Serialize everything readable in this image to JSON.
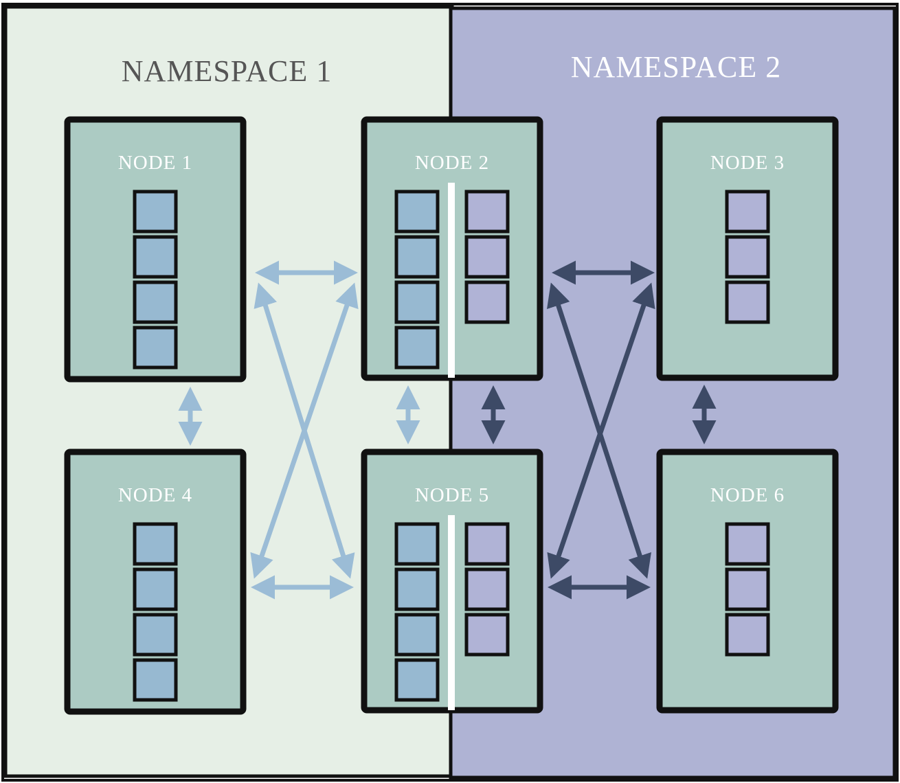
{
  "namespaces": [
    {
      "label": "NAMESPACE 1",
      "fill": "#e6efe6",
      "title_color": "#555555"
    },
    {
      "label": "NAMESPACE 2",
      "fill": "#afb3d4",
      "title_color": "#ffffff"
    }
  ],
  "nodes": [
    {
      "label": "NODE 1",
      "ns1_pods": 4,
      "ns2_pods": 0
    },
    {
      "label": "NODE 2",
      "ns1_pods": 4,
      "ns2_pods": 3
    },
    {
      "label": "NODE 3",
      "ns1_pods": 0,
      "ns2_pods": 3
    },
    {
      "label": "NODE 4",
      "ns1_pods": 4,
      "ns2_pods": 0
    },
    {
      "label": "NODE 5",
      "ns1_pods": 4,
      "ns2_pods": 3
    },
    {
      "label": "NODE 6",
      "ns1_pods": 0,
      "ns2_pods": 3
    }
  ],
  "colors": {
    "node_fill": "#accbc3",
    "ns1_pod": "#97b9d1",
    "ns2_pod": "#b0b3d6",
    "ns1_link": "#9bbcd6",
    "ns2_link": "#3d4a66",
    "border": "#111111"
  },
  "links": {
    "namespace_1": [
      "NODE 1 - NODE 4",
      "NODE 1 - NODE 2",
      "NODE 1 - NODE 5",
      "NODE 4 - NODE 2",
      "NODE 4 - NODE 5",
      "NODE 2 - NODE 5"
    ],
    "namespace_2": [
      "NODE 2 - NODE 3",
      "NODE 2 - NODE 6",
      "NODE 5 - NODE 3",
      "NODE 5 - NODE 6",
      "NODE 2 - NODE 5",
      "NODE 3 - NODE 6"
    ]
  }
}
